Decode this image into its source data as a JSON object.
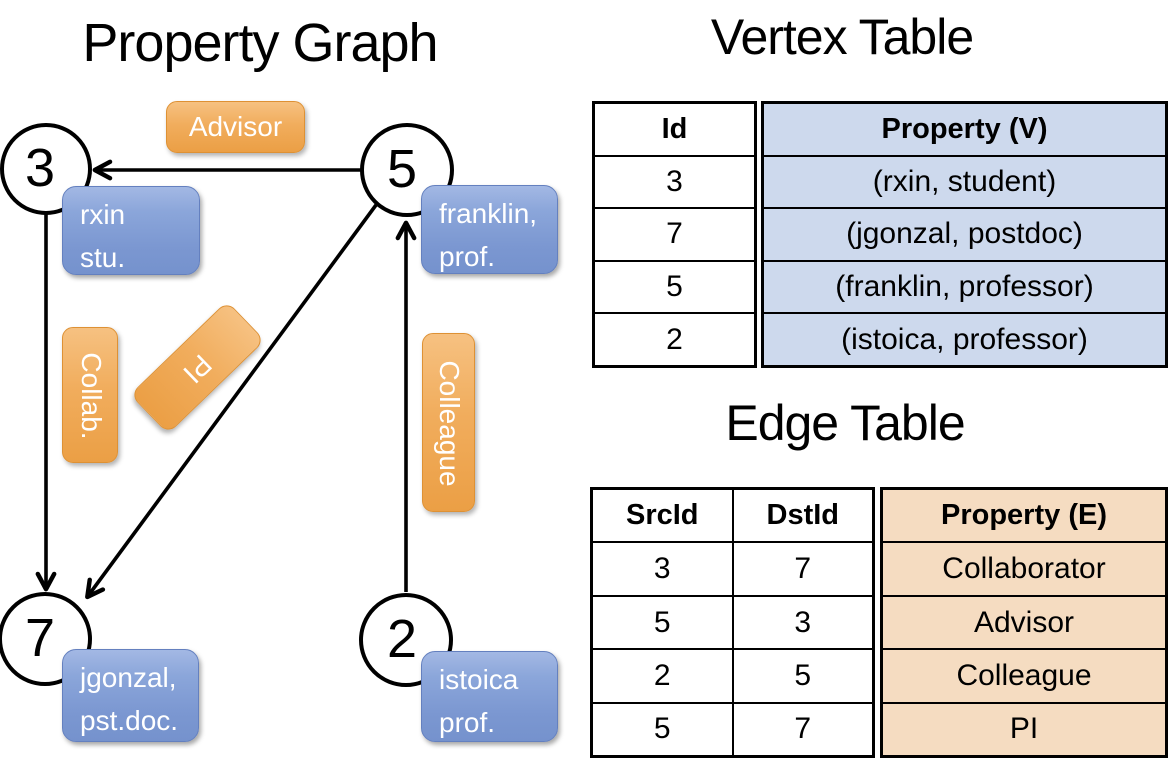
{
  "titles": {
    "graph": "Property Graph",
    "vertex_table": "Vertex Table",
    "edge_table": "Edge Table"
  },
  "graph": {
    "nodes": [
      {
        "id": "3",
        "property": [
          "rxin",
          "stu."
        ]
      },
      {
        "id": "5",
        "property": [
          "franklin,",
          "prof."
        ]
      },
      {
        "id": "7",
        "property": [
          "jgonzal,",
          "pst.doc."
        ]
      },
      {
        "id": "2",
        "property": [
          "istoica",
          "prof."
        ]
      }
    ],
    "edge_labels": [
      "Advisor",
      "Collab.",
      "PI",
      "Colleague"
    ],
    "edges": [
      {
        "src": "5",
        "dst": "3",
        "label": "Advisor"
      },
      {
        "src": "3",
        "dst": "7",
        "label": "Collab."
      },
      {
        "src": "5",
        "dst": "7",
        "label": "PI"
      },
      {
        "src": "2",
        "dst": "5",
        "label": "Colleague"
      }
    ]
  },
  "vertex_table": {
    "headers": [
      "Id",
      "Property (V)"
    ],
    "rows": [
      [
        "3",
        "(rxin, student)"
      ],
      [
        "7",
        "(jgonzal, postdoc)"
      ],
      [
        "5",
        "(franklin, professor)"
      ],
      [
        "2",
        "(istoica, professor)"
      ]
    ]
  },
  "edge_table": {
    "headers": [
      "SrcId",
      "DstId",
      "Property (E)"
    ],
    "rows": [
      [
        "3",
        "7",
        "Collaborator"
      ],
      [
        "5",
        "3",
        "Advisor"
      ],
      [
        "2",
        "5",
        "Colleague"
      ],
      [
        "5",
        "7",
        "PI"
      ]
    ]
  },
  "colors": {
    "edge_label_orange": "#EFA64C",
    "vertex_card_blue": "#7E9BD3",
    "vertex_table_fill": "#CDD9ED",
    "edge_table_fill": "#F5DCC1",
    "line_black": "#000000",
    "text_white": "#FFFFFF"
  }
}
